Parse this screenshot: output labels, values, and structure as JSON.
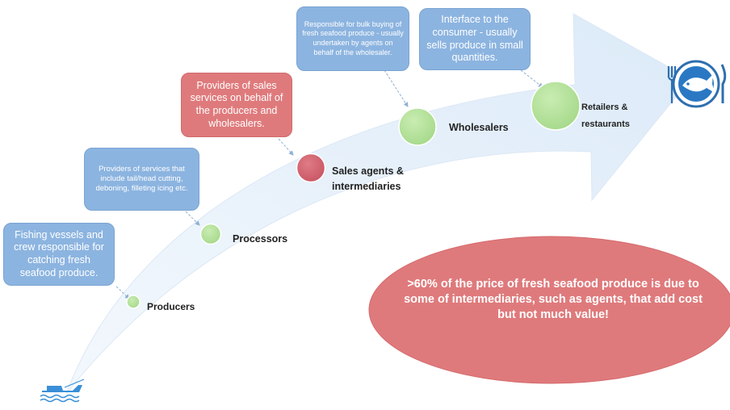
{
  "stages": [
    {
      "name": "Producers",
      "description": "Fishing vessels and crew responsible for catching fresh seafood produce."
    },
    {
      "name": "Processors",
      "description": "Providers of services that include tail/head cutting, deboning, filleting icing etc."
    },
    {
      "name": "Sales agents & intermediaries",
      "description": "Providers of sales services on behalf of the producers and wholesalers."
    },
    {
      "name": "Wholesalers",
      "description": "Responsible for bulk buying of fresh seafood produce - usually undertaken by agents on behalf of the wholesaler."
    },
    {
      "name": "Retailers & restaurants",
      "description": "Interface to the consumer - usually sells produce in small quantities."
    }
  ],
  "callout": ">60% of the price of fresh seafood produce is due to some of intermediaries, such as agents, that add cost but not much value!",
  "icons": {
    "start": "fishing-boat-icon",
    "end": "fish-plate-icon"
  },
  "colors": {
    "arrow": "#e6f0fa",
    "green_node": "#b5e29a",
    "red_node": "#d1646f",
    "blue_box": "#8cb4e0",
    "red_box": "#df7a7c",
    "callout": "#df7a7c"
  }
}
